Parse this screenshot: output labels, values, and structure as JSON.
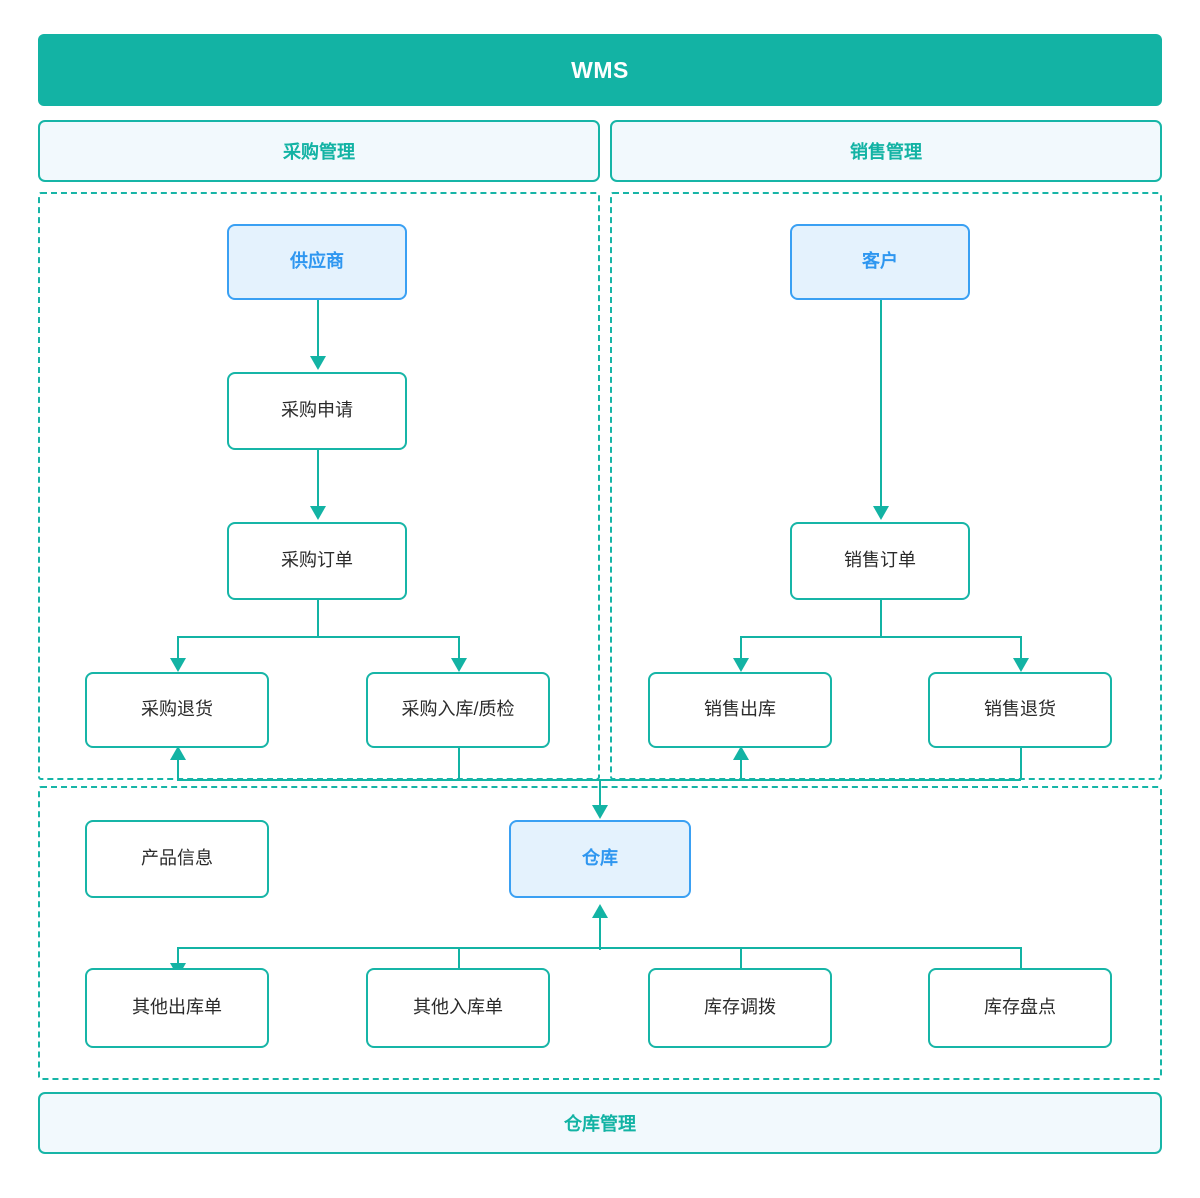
{
  "diagram": {
    "title": "WMS",
    "type": "flowchart",
    "footer_label": "仓库管理",
    "colors": {
      "primary_teal": "#13b3a4",
      "border_teal": "#17b5a7",
      "accent_blue_fill": "#e4f2fd",
      "accent_blue_border": "#3aa0f3",
      "accent_blue_text": "#2f97f0",
      "header_fill": "#f2f9fd",
      "node_fill": "#ffffff",
      "node_text": "#2b2b2b",
      "title_text": "#ffffff"
    },
    "sections": [
      {
        "id": "purchase",
        "label": "采购管理"
      },
      {
        "id": "sales",
        "label": "销售管理"
      },
      {
        "id": "warehouse",
        "label": "仓库管理"
      }
    ],
    "nodes": [
      {
        "id": "supplier",
        "label": "供应商",
        "section": "purchase",
        "style": "accent"
      },
      {
        "id": "purchase-request",
        "label": "采购申请",
        "section": "purchase",
        "style": "default"
      },
      {
        "id": "purchase-order",
        "label": "采购订单",
        "section": "purchase",
        "style": "default"
      },
      {
        "id": "purchase-return",
        "label": "采购退货",
        "section": "purchase",
        "style": "default"
      },
      {
        "id": "purchase-inbound",
        "label": "采购入库/质检",
        "section": "purchase",
        "style": "default"
      },
      {
        "id": "customer",
        "label": "客户",
        "section": "sales",
        "style": "accent"
      },
      {
        "id": "sales-order",
        "label": "销售订单",
        "section": "sales",
        "style": "default"
      },
      {
        "id": "sales-outbound",
        "label": "销售出库",
        "section": "sales",
        "style": "default"
      },
      {
        "id": "sales-return",
        "label": "销售退货",
        "section": "sales",
        "style": "default"
      },
      {
        "id": "product-info",
        "label": "产品信息",
        "section": "warehouse",
        "style": "default"
      },
      {
        "id": "warehouse",
        "label": "仓库",
        "section": "warehouse",
        "style": "accent"
      },
      {
        "id": "other-outbound",
        "label": "其他出库单",
        "section": "warehouse",
        "style": "default"
      },
      {
        "id": "other-inbound",
        "label": "其他入库单",
        "section": "warehouse",
        "style": "default"
      },
      {
        "id": "stock-transfer",
        "label": "库存调拨",
        "section": "warehouse",
        "style": "default"
      },
      {
        "id": "stock-count",
        "label": "库存盘点",
        "section": "warehouse",
        "style": "default"
      }
    ],
    "edges": [
      {
        "from": "supplier",
        "to": "purchase-request"
      },
      {
        "from": "purchase-request",
        "to": "purchase-order"
      },
      {
        "from": "purchase-order",
        "to": "purchase-return"
      },
      {
        "from": "purchase-order",
        "to": "purchase-inbound"
      },
      {
        "from": "customer",
        "to": "sales-order"
      },
      {
        "from": "sales-order",
        "to": "sales-outbound"
      },
      {
        "from": "sales-order",
        "to": "sales-return"
      },
      {
        "from": "purchase-inbound",
        "to": "warehouse"
      },
      {
        "from": "sales-return",
        "to": "warehouse"
      },
      {
        "from": "warehouse",
        "to": "purchase-return"
      },
      {
        "from": "warehouse",
        "to": "sales-outbound"
      },
      {
        "from": "warehouse",
        "to": "other-outbound"
      },
      {
        "from": "other-inbound",
        "to": "warehouse"
      },
      {
        "from": "stock-transfer",
        "to": "warehouse"
      },
      {
        "from": "stock-count",
        "to": "warehouse"
      }
    ]
  }
}
